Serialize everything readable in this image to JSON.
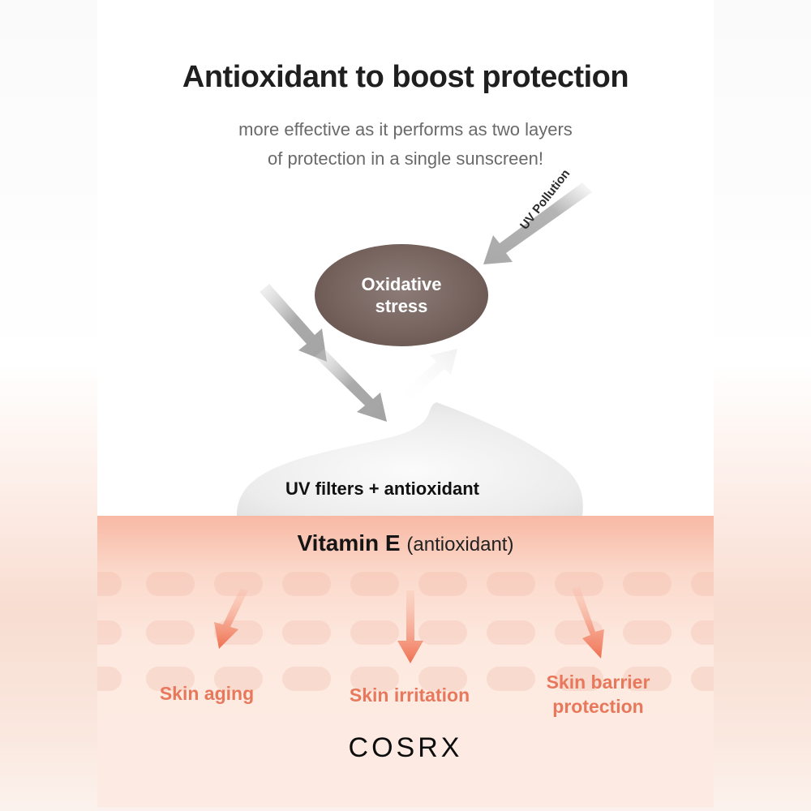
{
  "header": {
    "title": "Antioxidant to boost protection",
    "subtitle_lines": [
      "more effective as it performs as two layers",
      "of protection in a single sunscreen!"
    ]
  },
  "diagram": {
    "oval": {
      "line1": "Oxidative",
      "line2": "stress",
      "color": "#76635e"
    },
    "uv_pollution_label": "UV Pollution",
    "filters_label": "UV filters + antioxidant",
    "vitamin": {
      "name": "Vitamin E",
      "note": "(antioxidant)"
    },
    "effects": [
      {
        "label": "Skin aging"
      },
      {
        "label": "Skin irritation"
      },
      {
        "label_line1": "Skin barrier",
        "label_line2": "protection"
      }
    ],
    "accent_color": "#e8785c",
    "band_color": "#f8b9a4"
  },
  "brand": {
    "name": "COSRX"
  }
}
